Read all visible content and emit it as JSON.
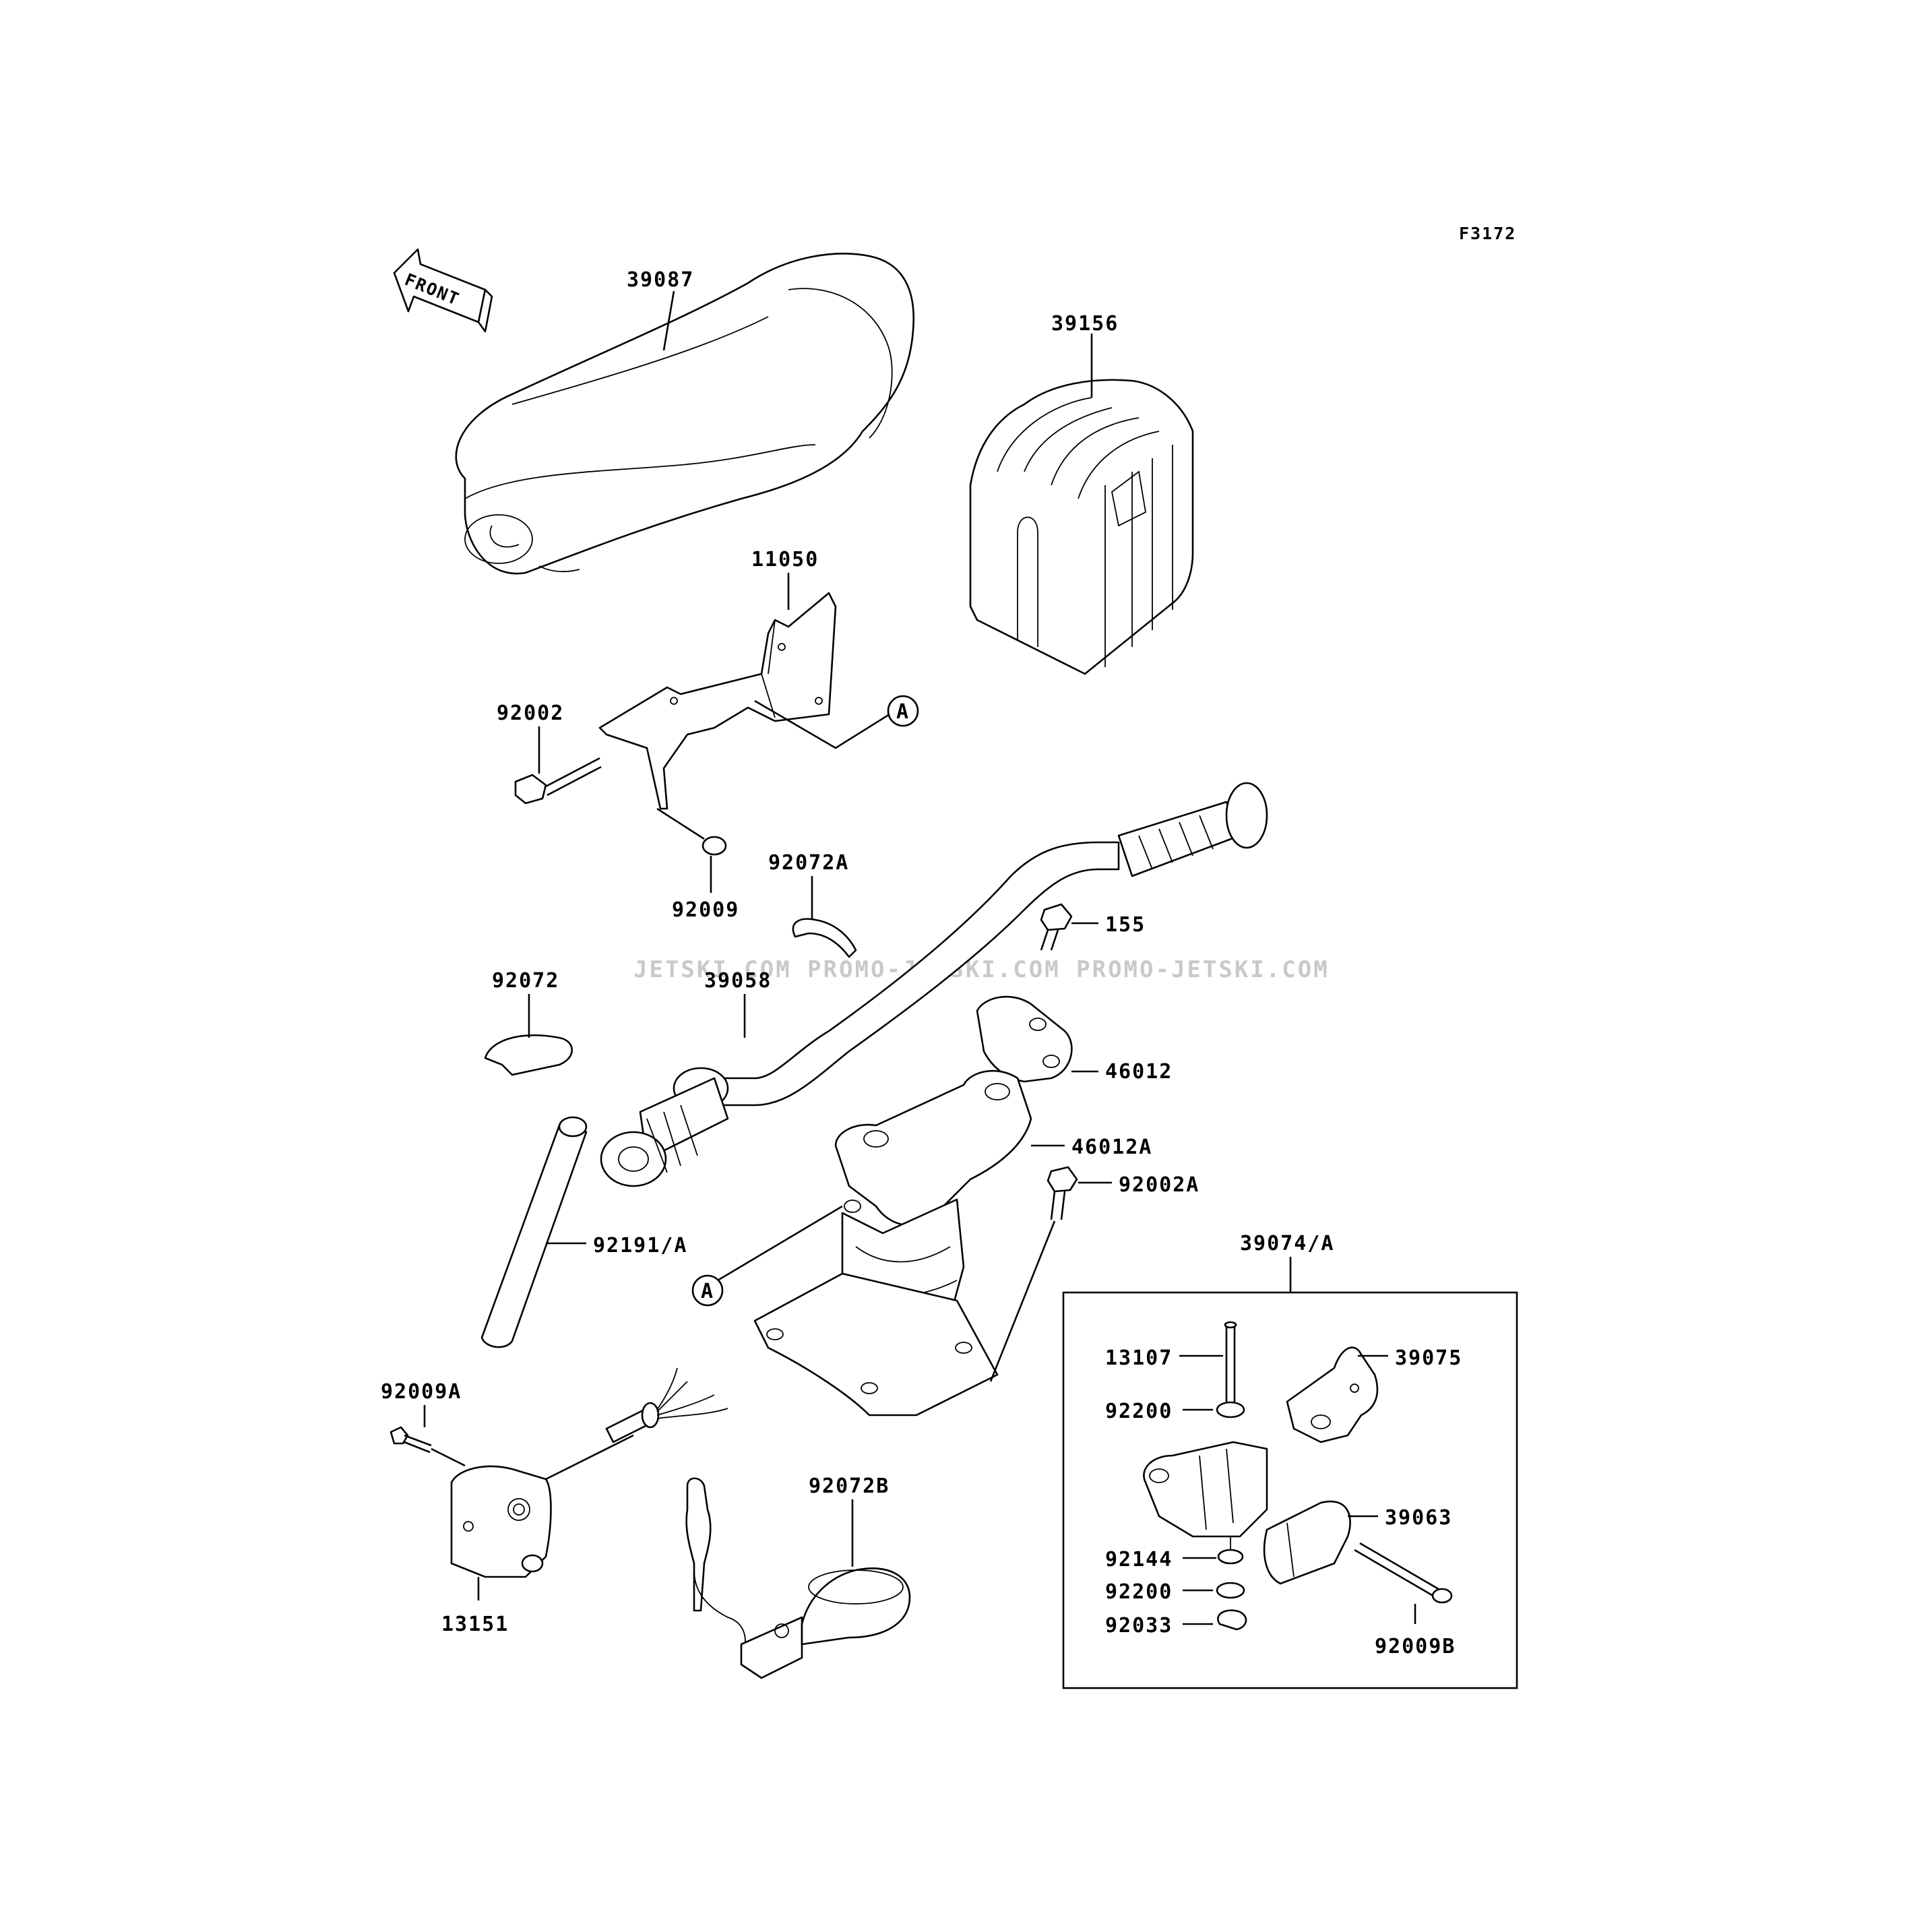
{
  "figure_code": "F3172",
  "front_arrow": "FRONT",
  "watermark": "JETSKI.COM  PROMO-JETSKI.COM  PROMO-JETSKI.COM",
  "parts": {
    "p39087": "39087",
    "p39156": "39156",
    "p11050": "11050",
    "p92002": "92002",
    "p92009": "92009",
    "p92072A": "92072A",
    "p155": "155",
    "p92072": "92072",
    "p39058": "39058",
    "p46012": "46012",
    "p46012A": "46012A",
    "p92002A": "92002A",
    "p92191A": "92191/A",
    "p39074A": "39074/A",
    "p13107": "13107",
    "p39075": "39075",
    "p92200a": "92200",
    "p39063": "39063",
    "p92144": "92144",
    "p92200b": "92200",
    "p92033": "92033",
    "p92009B": "92009B",
    "p92009A": "92009A",
    "p92072B": "92072B",
    "p13151": "13151"
  },
  "ref_marks": {
    "a1": "A",
    "a2": "A"
  }
}
